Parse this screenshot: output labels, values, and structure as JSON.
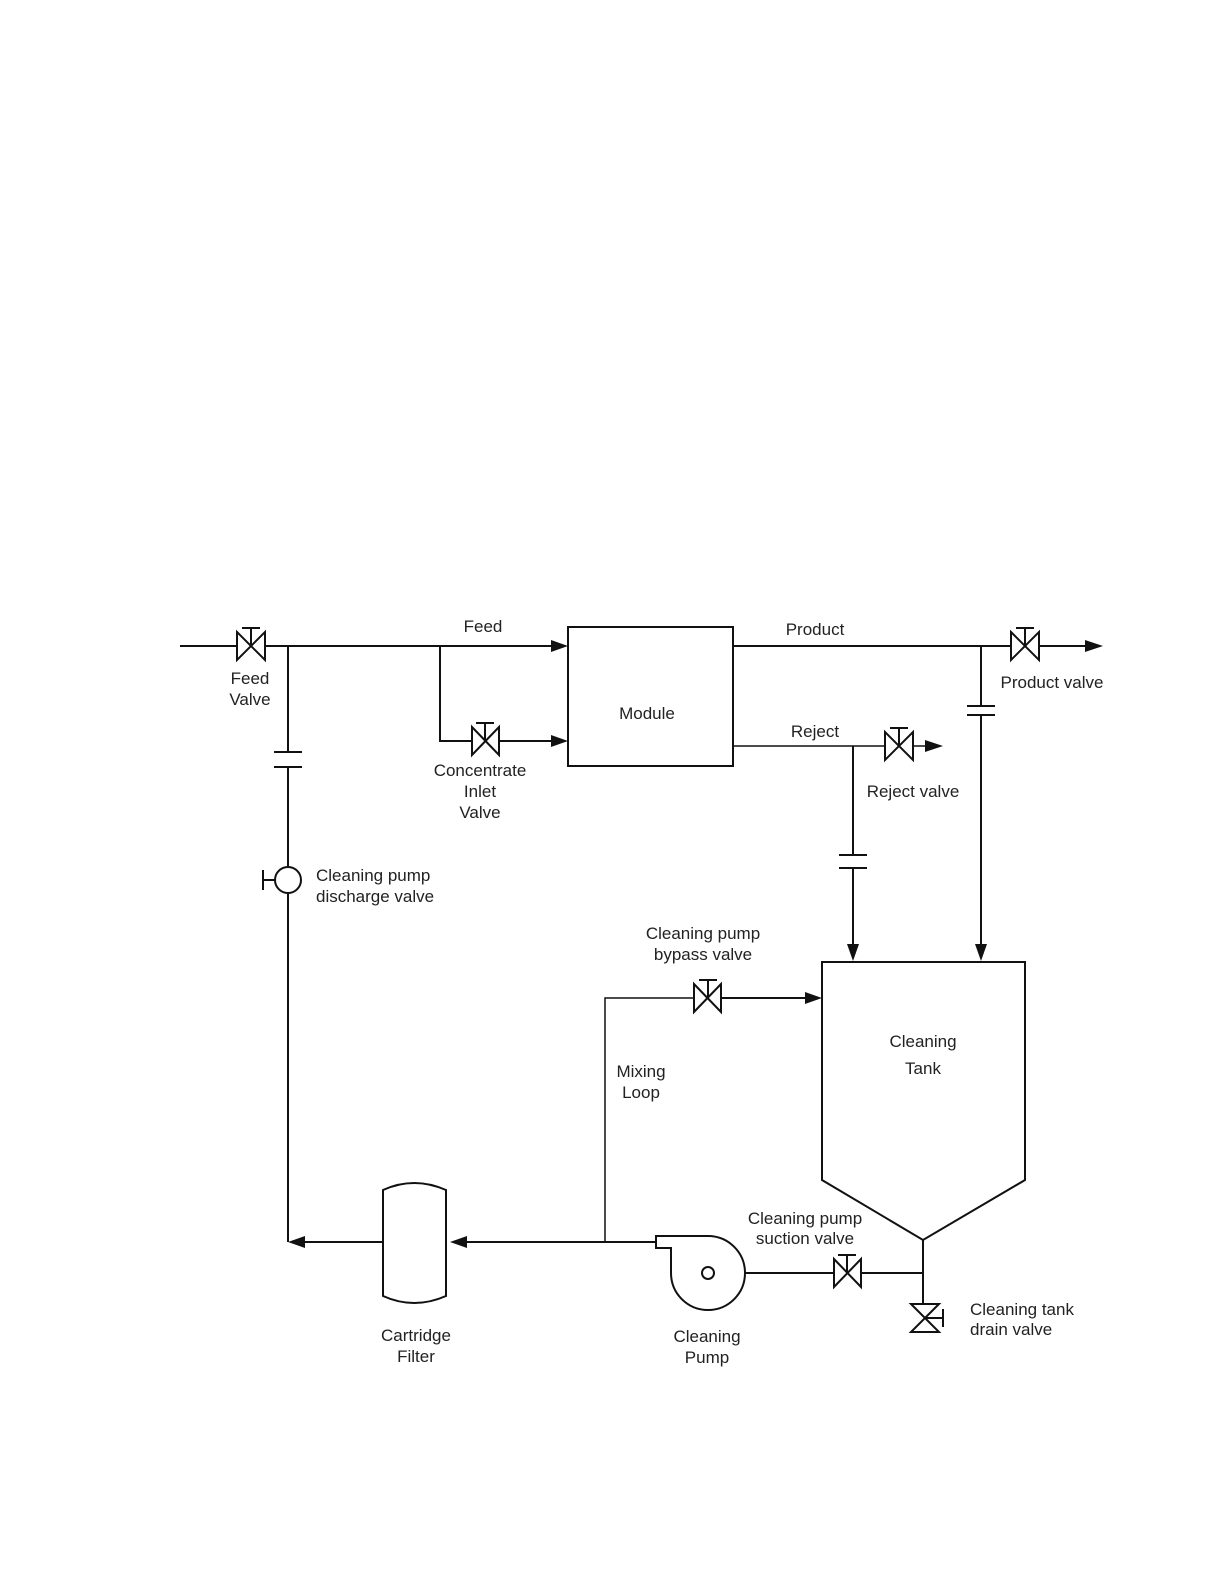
{
  "colors": {
    "line": "#111111",
    "text": "#222222",
    "background": "#ffffff"
  },
  "equipment": {
    "module": "Module",
    "cleaning_tank_line1": "Cleaning",
    "cleaning_tank_line2": "Tank",
    "cartridge_filter_line1": "Cartridge",
    "cartridge_filter_line2": "Filter",
    "cleaning_pump_line1": "Cleaning",
    "cleaning_pump_line2": "Pump"
  },
  "streams": {
    "feed": "Feed",
    "product": "Product",
    "reject": "Reject",
    "mixing_loop_line1": "Mixing",
    "mixing_loop_line2": "Loop"
  },
  "valves": {
    "feed_valve_line1": "Feed",
    "feed_valve_line2": "Valve",
    "concentrate_inlet_line1": "Concentrate",
    "concentrate_inlet_line2": "Inlet",
    "concentrate_inlet_line3": "Valve",
    "product_valve": "Product valve",
    "reject_valve": "Reject valve",
    "discharge_line1": "Cleaning pump",
    "discharge_line2": "discharge valve",
    "bypass_line1": "Cleaning pump",
    "bypass_line2": "bypass valve",
    "suction_line1": "Cleaning pump",
    "suction_line2": "suction valve",
    "drain_line1": "Cleaning tank",
    "drain_line2": "drain valve"
  }
}
